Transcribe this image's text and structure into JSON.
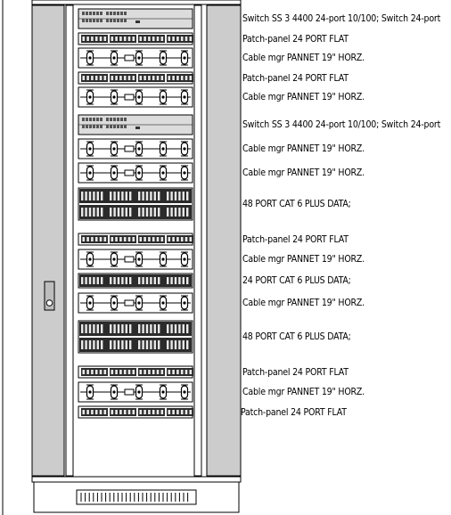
{
  "rack": {
    "devices": [
      {
        "type": "switch",
        "label": "Switch SS 3 4400 24-port 10/100; Switch 24-port"
      },
      {
        "type": "patch",
        "label": "Patch-panel 24 PORT FLAT"
      },
      {
        "type": "cable",
        "label": "Cable mgr PANNET 19\" HORZ."
      },
      {
        "type": "patch",
        "label": "Patch-panel 24 PORT FLAT"
      },
      {
        "type": "cable",
        "label": "Cable mgr PANNET 19\" HORZ."
      },
      {
        "type": "switch",
        "label": "Switch SS 3 4400 24-port 10/100; Switch 24-port"
      },
      {
        "type": "cable",
        "label": "Cable mgr PANNET 19\" HORZ."
      },
      {
        "type": "cable",
        "label": "Cable mgr PANNET 19\" HORZ."
      },
      {
        "type": "cat48",
        "label": "48 PORT CAT 6 PLUS DATA;"
      },
      {
        "type": "patch",
        "label": "Patch-panel 24 PORT FLAT"
      },
      {
        "type": "cable",
        "label": "Cable mgr PANNET 19\" HORZ."
      },
      {
        "type": "cat24",
        "label": "24 PORT CAT 6 PLUS DATA;"
      },
      {
        "type": "cable",
        "label": "Cable mgr PANNET 19\" HORZ."
      },
      {
        "type": "cat48",
        "label": "48 PORT CAT 6 PLUS DATA;"
      },
      {
        "type": "patch",
        "label": "Patch-panel 24 PORT FLAT"
      },
      {
        "type": "cable",
        "label": "Cable mgr PANNET 19\" HORZ."
      },
      {
        "type": "patch",
        "label": "Patch-panel 24 PORT FLAT"
      }
    ]
  },
  "colors": {
    "panel": "#cccccc",
    "line": "#000000",
    "dark": "#2b2b2b",
    "background": "#ffffff"
  }
}
